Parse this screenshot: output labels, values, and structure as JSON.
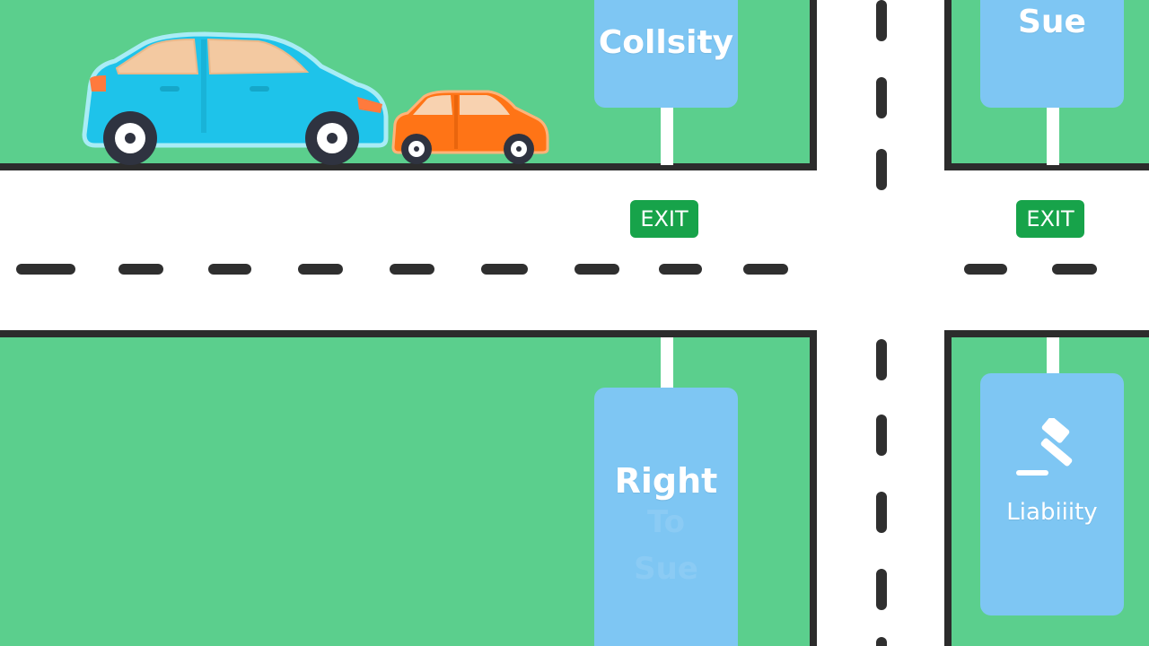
{
  "signs": {
    "top_left": "Collsity",
    "top_right": "Sue",
    "bottom_left": "Right",
    "bottom_left_faded_1": "To",
    "bottom_left_faded_2": "Sue",
    "bottom_right": "Liabiiity"
  },
  "exit_signs": [
    "EXIT",
    "EXIT"
  ],
  "icons": {
    "blue_car": "hatchback-car-icon",
    "orange_car": "small-car-icon",
    "gavel": "gavel-icon"
  },
  "colors": {
    "grass": "#5bcf8d",
    "road": "#ffffff",
    "curb": "#2c2c2c",
    "sign": "#7ec6f3",
    "exit": "#17a34a",
    "blue_car": "#1ec3ea",
    "orange_car": "#ff7416"
  }
}
